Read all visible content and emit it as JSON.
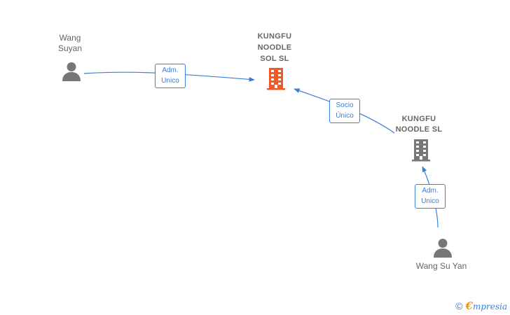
{
  "nodes": {
    "main_company": {
      "label": "KUNGFU\nNOODLE\nSOL  SL",
      "color": "#f15a24"
    },
    "parent_company": {
      "label": "KUNGFU\nNOODLE  SL",
      "color": "#777777"
    },
    "person_top": {
      "label": "Wang\nSuyan",
      "color": "#777777"
    },
    "person_bottom": {
      "label": "Wang Su Yan",
      "color": "#777777"
    }
  },
  "edges": {
    "suyan_to_main": {
      "line1": "Adm.",
      "line2": "Unico"
    },
    "parent_to_main": {
      "line1": "Socio",
      "line2": "Único"
    },
    "yan_to_parent": {
      "line1": "Adm.",
      "line2": "Unico"
    }
  },
  "footer": {
    "copyright": "©",
    "brand_initial": "€",
    "brand_rest": "mpresia"
  },
  "colors": {
    "edge": "#3a7fd6",
    "accent": "#f15a24",
    "icon": "#777777"
  }
}
